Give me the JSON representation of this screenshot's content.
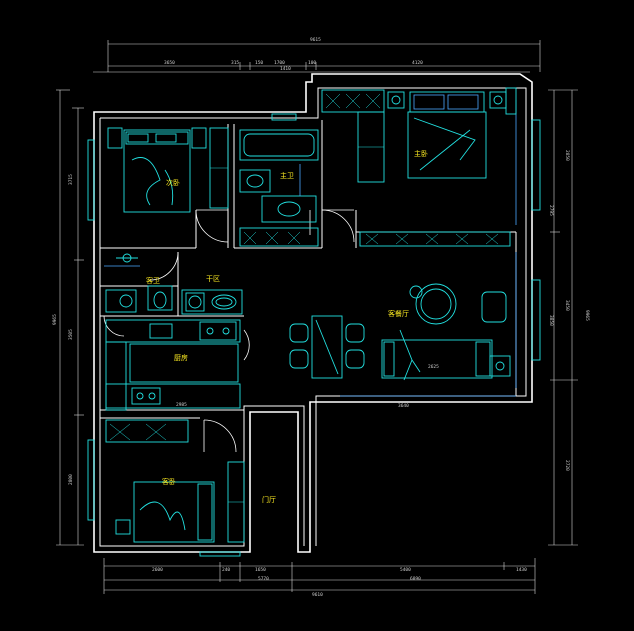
{
  "rooms": {
    "second_bedroom": "次卧",
    "master_bedroom": "主卧",
    "master_bath": "主卫",
    "guest_bath": "客卫",
    "laundry": "干区",
    "kitchen": "厨房",
    "living_dining": "客餐厅",
    "third_bedroom": "客卧",
    "entrance": "门厅"
  },
  "dimensions": {
    "top_total": "9615",
    "top_left": "3650",
    "top_mid": "1700",
    "top_right": "4120",
    "top_s1": "315",
    "top_s2": "150",
    "top_s3": "1410",
    "top_s4": "100",
    "bottom_total": "9610",
    "bottom_left": "2600",
    "bottom_s1": "240",
    "bottom_s2": "1650",
    "bottom_mid": "5770",
    "bottom_r1": "5400",
    "bottom_r2": "6890",
    "bottom_r3": "1430",
    "left_total": "9965",
    "right_total": "9965",
    "right_upper": "3860",
    "right_lower": "3860",
    "kitchen_width": "2985",
    "sofa_length": "2625",
    "living_width": "3640",
    "left_a": "3715",
    "left_b": "3505",
    "left_c": "2800",
    "right_a": "2850",
    "right_b": "3450",
    "right_c": "2720",
    "lower_right_a": "2795",
    "lower_right_b": "3850"
  }
}
